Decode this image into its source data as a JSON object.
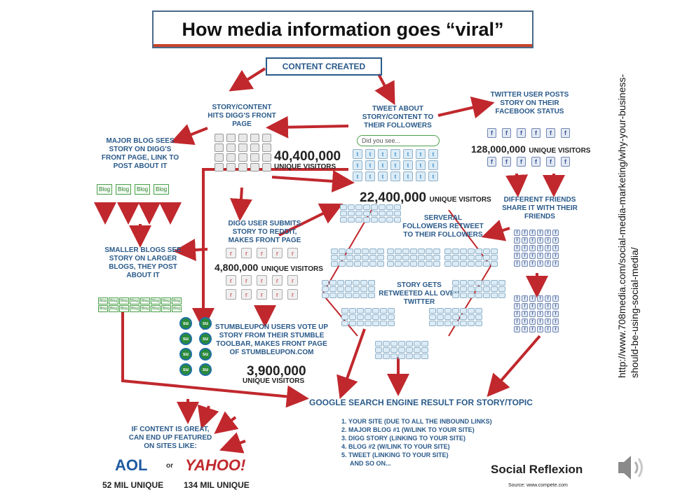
{
  "title": "How media information goes “viral”",
  "source_url": "http://www.708media.com/social-media-marketing/why-your-business-should-be-using-social-media/",
  "nodes": {
    "content_created": "CONTENT CREATED",
    "digg_front_page": "STORY/CONTENT HITS DIGG'S FRONT PAGE",
    "tweet_about": "TWEET ABOUT STORY/CONTENT TO THEIR FOLLOWERS",
    "twitter_fb": "TWITTER USER POSTS STORY ON THEIR FACEBOOK STATUS",
    "major_blog": "MAJOR BLOG SEES STORY ON DIGG'S FRONT PAGE, LINK TO POST ABOUT IT",
    "digg_reddit": "DIGG USER SUBMITS STORY TO REDDIT, MAKES FRONT PAGE",
    "several_followers": "SERVERAL FOLLOWERS RETWEET TO THEIR FOLLOWERS",
    "different_friends": "DIFFERENT FRIENDS SHARE IT WITH THEIR FRIENDS",
    "smaller_blogs": "SMALLER BLOGS SEE STORY ON LARGER BLOGS, THEY POST ABOUT IT",
    "retweeted": "STORY GETS RETWEETED ALL OVER TWITTER",
    "stumbleupon": "STUMBLEUPON USERS VOTE UP STORY FROM THEIR STUMBLE TOOLBAR, MAKES FRONT PAGE OF STUMBLEUPON.COM",
    "google": "GOOGLE SEARCH ENGINE RESULT FOR STORY/TOPIC",
    "featured": "IF CONTENT IS GREAT, CAN END UP FEATURED ON SITES LIKE:"
  },
  "stats": {
    "digg_num": "40,400,000",
    "digg_unit": "UNIQUE VISITORS",
    "twitter_num": "22,400,000",
    "twitter_unit": "UNIQUE VISITORS",
    "facebook_num": "128,000,000",
    "facebook_unit": "UNIQUE VISITORS",
    "reddit_num": "4,800,000",
    "reddit_unit": "UNIQUE VISITORS",
    "stumble_num": "3,900,000",
    "stumble_unit": "UNIQUE VISITORS",
    "aol_stat": "52 MIL UNIQUE",
    "yahoo_stat": "134 MIL UNIQUE"
  },
  "search_placeholder": "Did you see...",
  "blog_label": "Blog",
  "google_results": [
    "1. YOUR SITE (DUE TO ALL THE INBOUND LINKS)",
    "2. MAJOR BLOG #1 (W/LINK TO YOUR SITE)",
    "3. DIGG STORY (LINKING TO YOUR SITE)",
    "4. BLOG #2 (W/LINK TO YOUR SITE)",
    "5. TWEET (LINKING TO YOUR SITE)",
    "AND SO ON..."
  ],
  "logos": {
    "aol": "AOL",
    "or": "or",
    "yahoo": "YAHOO!",
    "brand": "Social Reflexion",
    "source_note": "Source: www.compete.com"
  },
  "colors": {
    "arrow": "#c0282d",
    "label_blue": "#2a5a8a",
    "title_border": "#4a6a8a"
  }
}
